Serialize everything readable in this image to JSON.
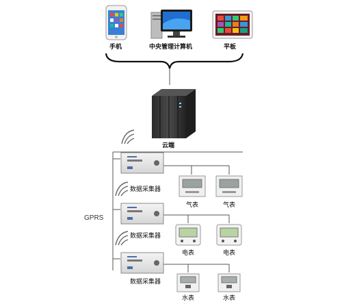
{
  "devices": {
    "phone": "手机",
    "pc": "中央管理计算机",
    "tablet": "平板"
  },
  "cloud": "云端",
  "network": "GPRS",
  "collectors": [
    "数据采集器",
    "数据采集器",
    "数据采集器"
  ],
  "meters": {
    "gas": [
      "气表",
      "气表"
    ],
    "electric": [
      "电表",
      "电表"
    ],
    "water": [
      "水表",
      "水表"
    ]
  }
}
